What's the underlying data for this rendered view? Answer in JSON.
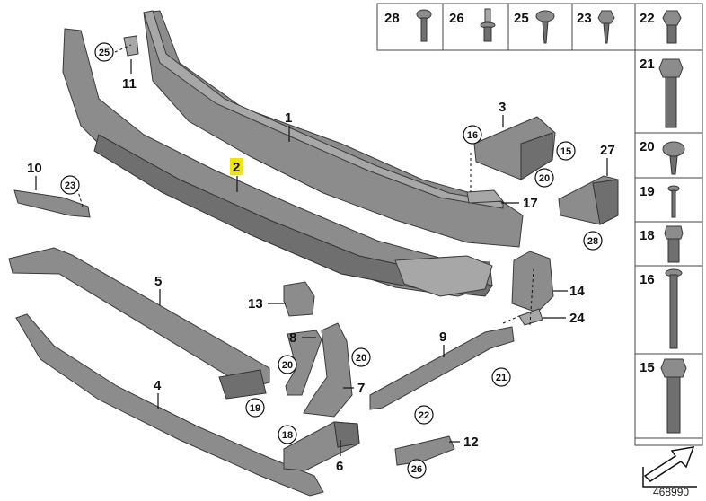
{
  "labels": {
    "p1": "1",
    "p2": "2",
    "p3": "3",
    "p4": "4",
    "p5": "5",
    "p6": "6",
    "p7": "7",
    "p8": "8",
    "p9": "9",
    "p10": "10",
    "p11": "11",
    "p12": "12",
    "p13": "13",
    "p14": "14",
    "p17": "17",
    "p24": "24",
    "p27": "27"
  },
  "circle_labels": {
    "c25": "25",
    "c23": "23",
    "c16": "16",
    "c15": "15",
    "c20a": "20",
    "c28": "28",
    "c20b": "20",
    "c20c": "20",
    "c19": "19",
    "c21": "21",
    "c22": "22",
    "c18": "18",
    "c26": "26"
  },
  "fastener_table": {
    "top_row": [
      "28",
      "26",
      "25",
      "23",
      "22"
    ],
    "column": [
      "21",
      "20",
      "19",
      "18",
      "16",
      "15"
    ]
  },
  "reference_number": "468990",
  "highlight_color": "#f2e600"
}
